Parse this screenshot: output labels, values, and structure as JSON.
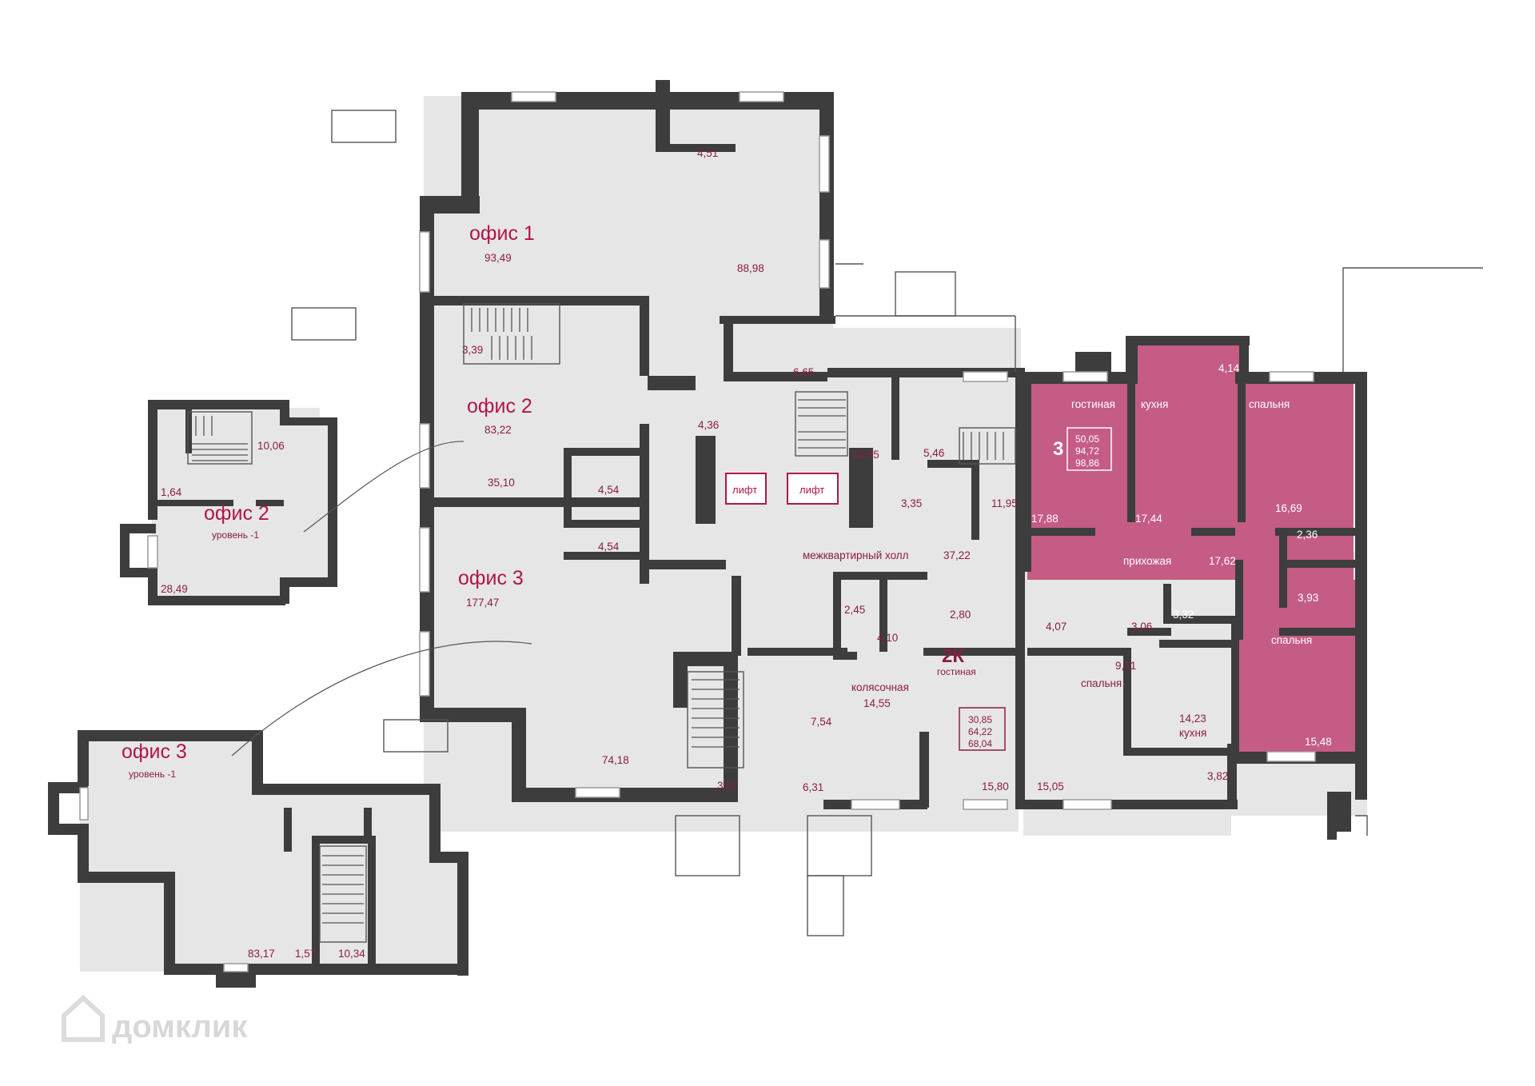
{
  "offices": {
    "o1": {
      "name": "офис 1",
      "total": "93,49",
      "room_a": "88,98",
      "wc": "4,51"
    },
    "o2": {
      "name": "офис 2",
      "total": "83,22",
      "stair": "3,39",
      "room_a": "35,10",
      "wc": "4,54"
    },
    "o3": {
      "name": "офис 3",
      "total": "177,47",
      "wc": "4,54",
      "room_a": "74,18",
      "stair": "3,67"
    },
    "o2b": {
      "name": "офис 2",
      "level": "уровень -1",
      "a1": "10,06",
      "a2": "1,64",
      "a3": "28,49"
    },
    "o3b": {
      "name": "офис 3",
      "level": "уровень -1",
      "a1": "83,17",
      "a2": "1,57",
      "a3": "10,34"
    }
  },
  "core": {
    "lift1": "лифт",
    "lift2": "лифт",
    "a_6_65": "6,65",
    "a_4_36": "4,36",
    "a_14_85": "14,85",
    "a_5_46": "5,46",
    "a_3_35": "3,35",
    "a_11_95": "11,95",
    "hall_label": "межквартирный холл",
    "hall_area": "37,22",
    "a_2_45": "2,45",
    "a_4_10": "4,10",
    "a_2_80": "2,80",
    "stroller_label": "колясочная",
    "stroller_area": "14,55",
    "a_7_54": "7,54",
    "a_6_31": "6,31"
  },
  "apt3": {
    "type": "3",
    "sum1": "50,05",
    "sum2": "94,72",
    "sum3": "98,86",
    "living_label": "гостиная",
    "living_area": "17,88",
    "kitchen_label": "кухня",
    "kitchen_area": "17,44",
    "balcony_area": "4,14",
    "bed1_label": "спальня",
    "bed1_area": "16,69",
    "hall_label": "прихожая",
    "hall_area": "17,62",
    "wc_area": "2,36",
    "bath_area": "3,93",
    "closet_area": "3,32",
    "bed2_label": "спальня",
    "bed2_area": "15,48"
  },
  "apt2k": {
    "type": "2К",
    "sum1": "30,85",
    "sum2": "64,22",
    "sum3": "68,04",
    "living_label": "гостиная",
    "living_area": "15,80",
    "bath_area": "4,07",
    "wc_area": "3,06",
    "hall_area": "9,21",
    "bed_label": "спальня",
    "bed_area": "15,05",
    "kitchen_label": "кухня",
    "kitchen_area": "14,23",
    "balcony_area": "3,82"
  },
  "watermark": "домклик",
  "colors": {
    "wall": "#3d3d3d",
    "floor": "#e6e6e6",
    "apartment": "#c45c85",
    "accent": "#b0154a"
  }
}
